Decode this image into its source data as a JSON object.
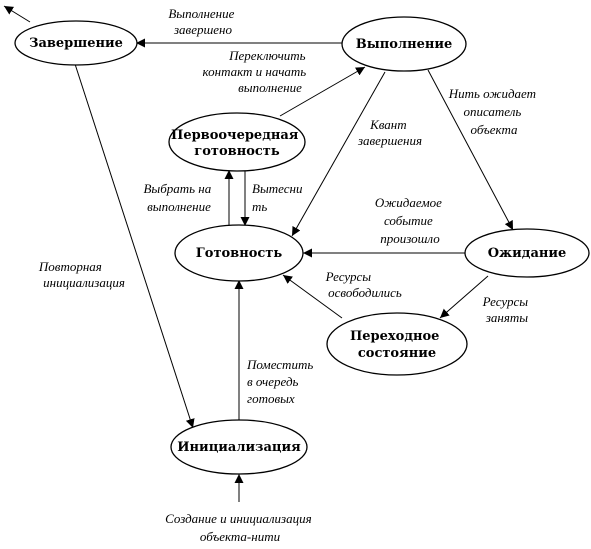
{
  "nodes": {
    "terminated": {
      "lines": [
        "Завершение"
      ]
    },
    "running": {
      "lines": [
        "Выполнение"
      ]
    },
    "standby": {
      "lines": [
        "Первоочередная",
        "готовность"
      ]
    },
    "ready": {
      "lines": [
        "Готовность"
      ]
    },
    "waiting": {
      "lines": [
        "Ожидание"
      ]
    },
    "transition": {
      "lines": [
        "Переходное",
        "состояние"
      ]
    },
    "initialized": {
      "lines": [
        "Инициализация"
      ]
    }
  },
  "edges": {
    "running_to_terminated": {
      "lines": [
        "Выполнение",
        "завершено"
      ]
    },
    "standby_to_running": {
      "lines": [
        "Переключить",
        "контакт и начать",
        "выполнение"
      ]
    },
    "running_to_waiting": {
      "lines": [
        "Нить ожидает",
        "описатель",
        "объекта"
      ]
    },
    "quantum_end": {
      "lines": [
        "Квант",
        "завершения"
      ]
    },
    "ready_to_standby": {
      "lines": [
        "Выбрать на",
        "выполнение"
      ]
    },
    "preempt": {
      "lines": [
        "Вытесни",
        "ть"
      ]
    },
    "waiting_to_ready": {
      "lines": [
        "Ожидаемое",
        "событие",
        "произошло"
      ]
    },
    "transition_to_ready": {
      "lines": [
        "Ресурсы",
        "освободились"
      ]
    },
    "waiting_to_transition": {
      "lines": [
        "Ресурсы",
        "заняты"
      ]
    },
    "reinit": {
      "lines": [
        "Повторная",
        "инициализация"
      ]
    },
    "init_to_ready": {
      "lines": [
        "Поместить",
        "в очередь",
        "готовых"
      ]
    },
    "create": {
      "lines": [
        "Создание и инициализация",
        "объекта-нити"
      ]
    }
  }
}
